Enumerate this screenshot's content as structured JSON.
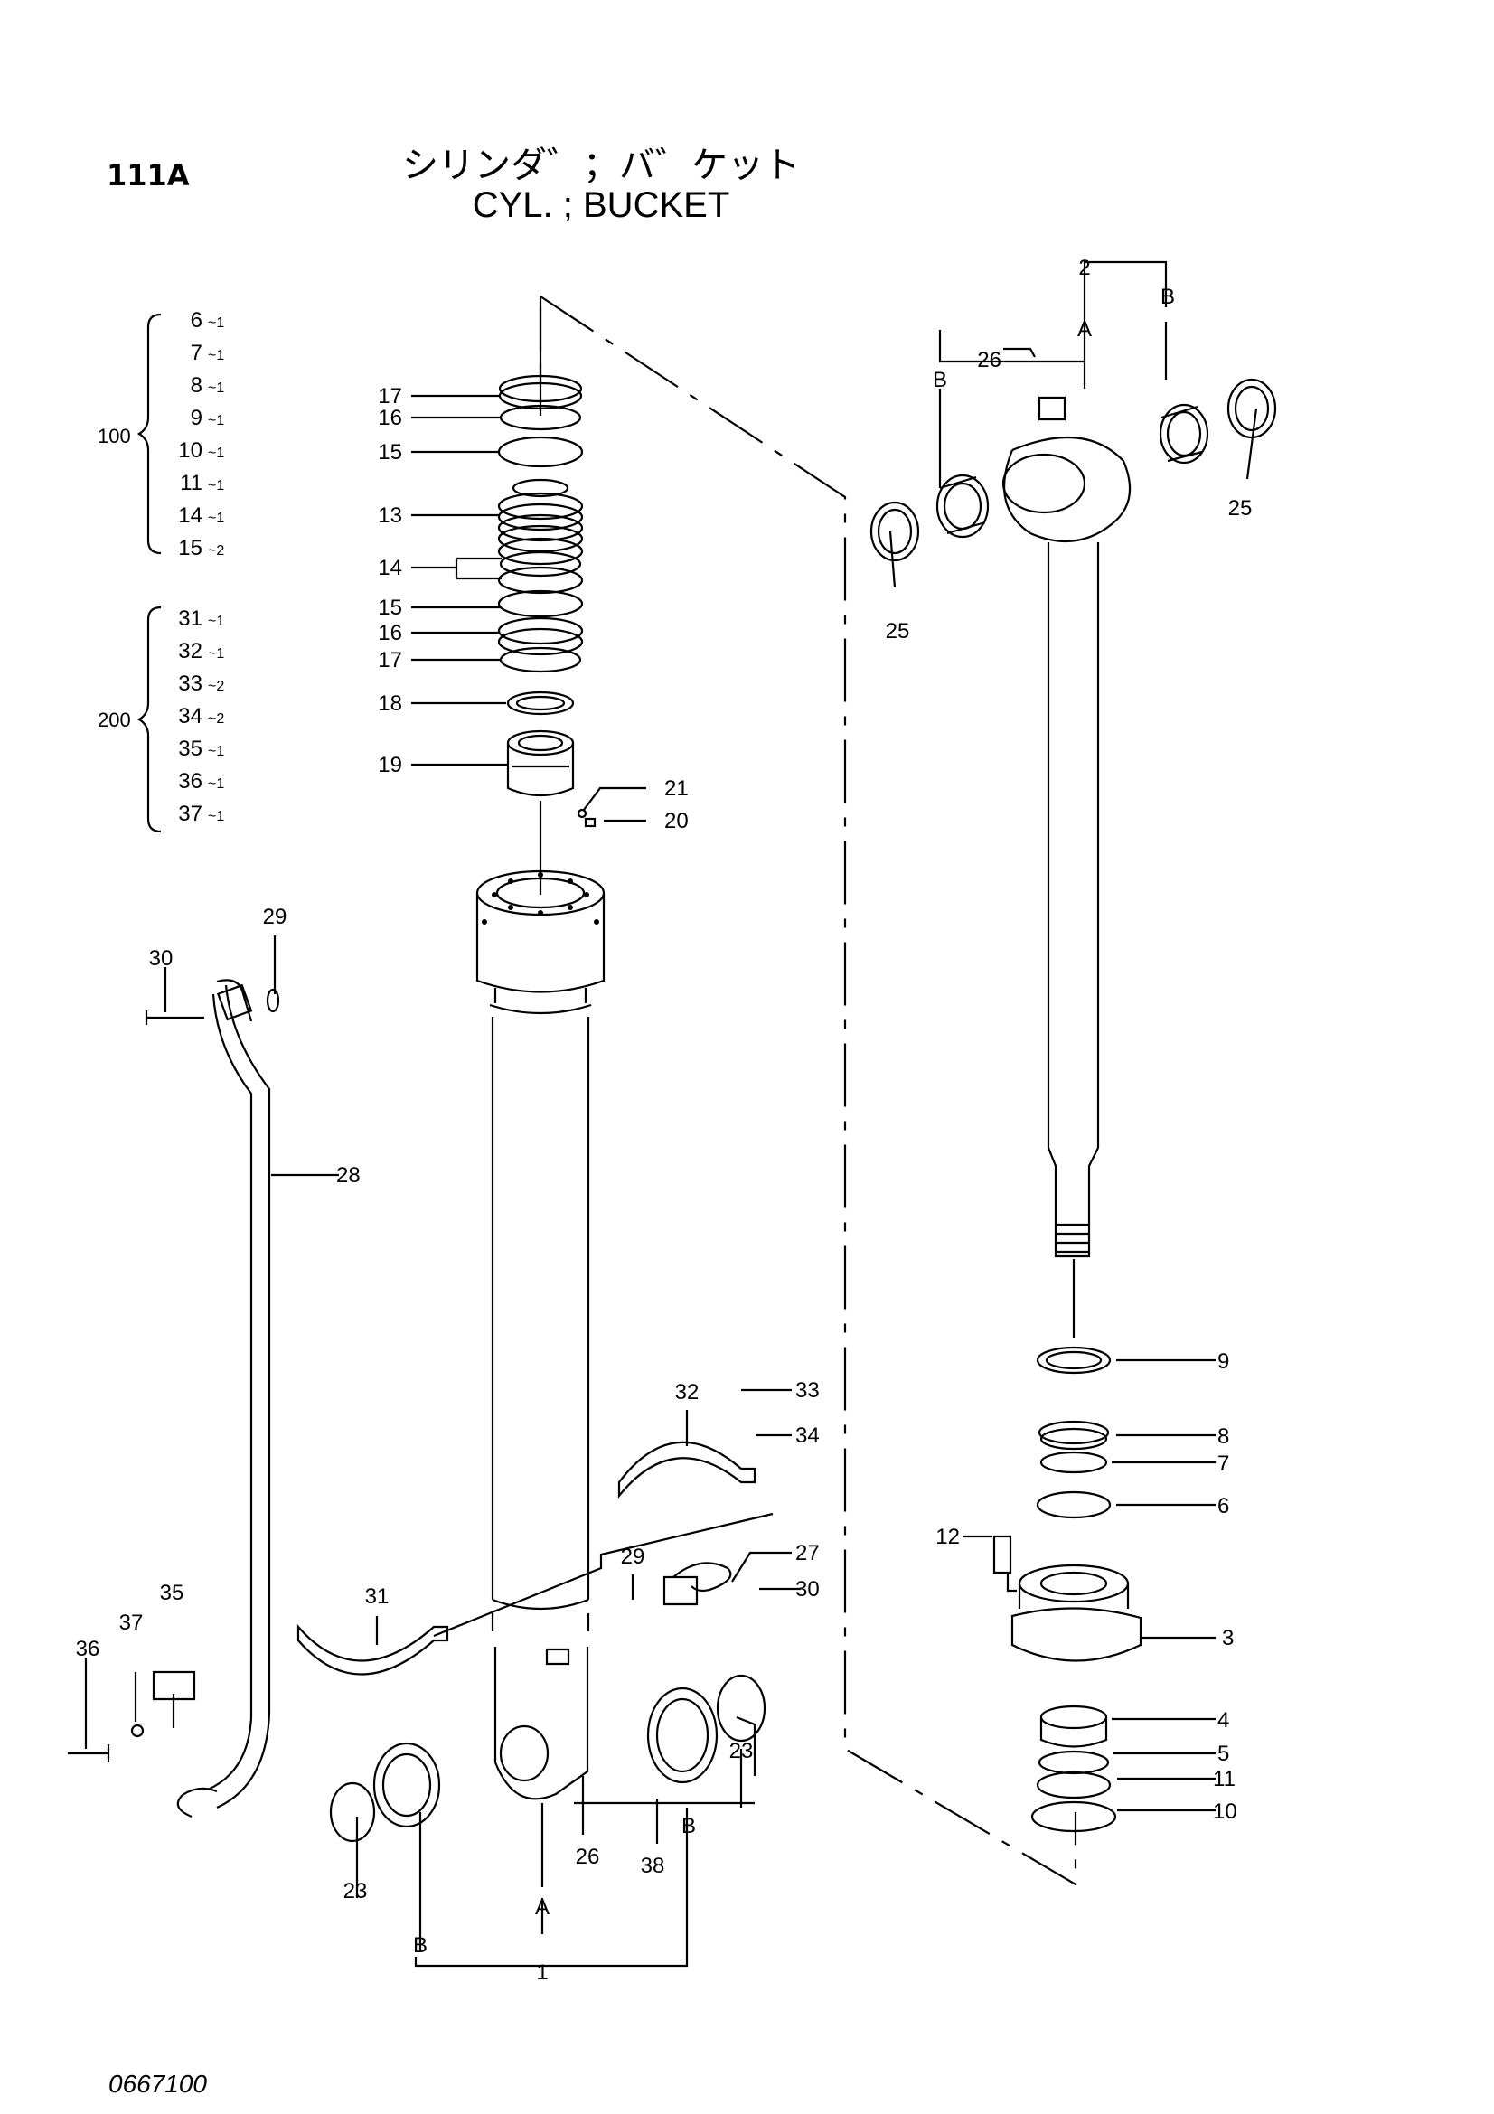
{
  "header": {
    "page_code": "111A",
    "title_jp": "シリンダ゛；バ゛ケット",
    "title_en": "CYL. ; BUCKET",
    "drawing_no": "0667100"
  },
  "kits": [
    {
      "id": "100",
      "items": [
        {
          "part": "6",
          "qty": "1"
        },
        {
          "part": "7",
          "qty": "1"
        },
        {
          "part": "8",
          "qty": "1"
        },
        {
          "part": "9",
          "qty": "1"
        },
        {
          "part": "10",
          "qty": "1"
        },
        {
          "part": "11",
          "qty": "1"
        },
        {
          "part": "14",
          "qty": "1"
        },
        {
          "part": "15",
          "qty": "2"
        }
      ]
    },
    {
      "id": "200",
      "items": [
        {
          "part": "31",
          "qty": "1"
        },
        {
          "part": "32",
          "qty": "1"
        },
        {
          "part": "33",
          "qty": "2"
        },
        {
          "part": "34",
          "qty": "2"
        },
        {
          "part": "35",
          "qty": "1"
        },
        {
          "part": "36",
          "qty": "1"
        },
        {
          "part": "37",
          "qty": "1"
        }
      ]
    }
  ],
  "callouts": {
    "c17a": "17",
    "c16a": "16",
    "c15a": "15",
    "c13": "13",
    "c14": "14",
    "c15b": "15",
    "c16b": "16",
    "c17b": "17",
    "c18": "18",
    "c19": "19",
    "c21": "21",
    "c20": "20",
    "c29a": "29",
    "c30a": "30",
    "c28": "28",
    "c32": "32",
    "c33": "33",
    "c34": "34",
    "c27": "27",
    "c29b": "29",
    "c30b": "30",
    "c31": "31",
    "c35": "35",
    "c37": "37",
    "c36": "36",
    "c23a": "23",
    "c23b": "23",
    "c26a": "26",
    "c38": "38",
    "c1": "1",
    "c2": "2",
    "c26b": "26",
    "c25a": "25",
    "c25b": "25",
    "c9": "9",
    "c8": "8",
    "c7": "7",
    "c6": "6",
    "c12": "12",
    "c3": "3",
    "c4": "4",
    "c5": "5",
    "c11": "11",
    "c10": "10",
    "refA1": "A",
    "refB1": "B",
    "refB2": "B",
    "refA2": "A",
    "refB3": "B",
    "refB4": "B"
  }
}
